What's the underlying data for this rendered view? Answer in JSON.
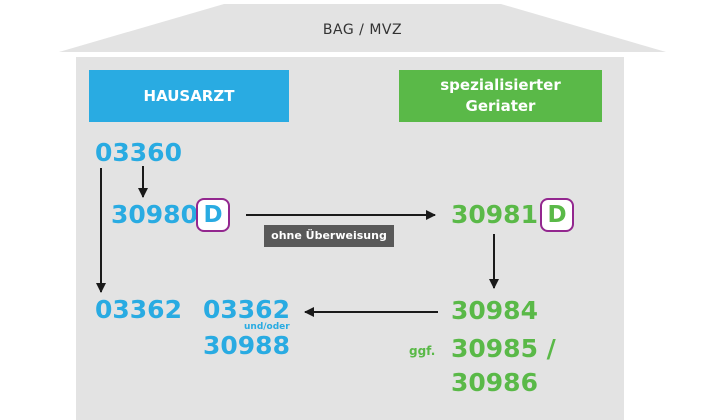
{
  "roof_title": "BAG / MVZ",
  "hausarzt": {
    "header": "HAUSARZT",
    "code_top": "03360",
    "code_mid": "30980",
    "badge": "D",
    "code_bottom_left": "03362",
    "code_bottom_mid_1": "03362",
    "connector": "und/oder",
    "code_bottom_mid_2": "30988"
  },
  "geriater": {
    "header_line1": "spezialisierter",
    "header_line2": "Geriater",
    "code_mid": "30981",
    "badge": "D",
    "code_1": "30984",
    "prefix": "ggf.",
    "code_2": "30985 /",
    "code_3": "30986"
  },
  "transfer_label": "ohne Überweisung",
  "colors": {
    "hausarzt": "#29ABE2",
    "geriater": "#5AB948",
    "badge_border": "#93278F",
    "background": "#E3E3E3",
    "label_bg": "#595959"
  }
}
